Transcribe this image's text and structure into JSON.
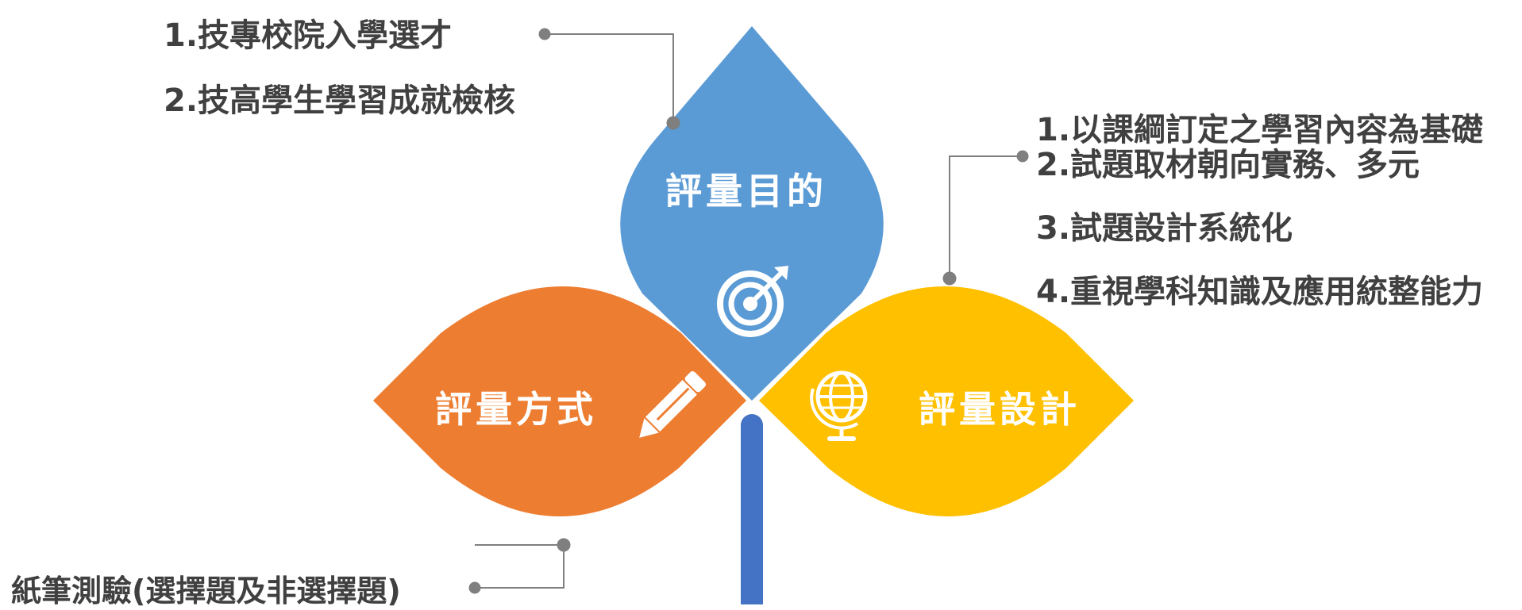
{
  "leaves": {
    "purpose": {
      "title": "評量目的",
      "icon": "target-icon",
      "color": "#5B9BD5",
      "items": [
        "1.技專校院入學選才",
        "2.技高學生學習成就檢核"
      ]
    },
    "method": {
      "title": "評量方式",
      "icon": "pencil-icon",
      "color": "#ED7D31",
      "items": [
        "紙筆測驗(選擇題及非選擇題)"
      ]
    },
    "design": {
      "title": "評量設計",
      "icon": "globe-icon",
      "color": "#FFC000",
      "items": [
        "1.以課綱訂定之學習內容為基礎",
        "2.試題取材朝向實務、多元",
        "3.試題設計系統化",
        "4.重視學科知識及應用統整能力"
      ]
    }
  },
  "stem_color": "#4472C4",
  "connector_color": "#7F7F7F",
  "text_color": "#404040"
}
